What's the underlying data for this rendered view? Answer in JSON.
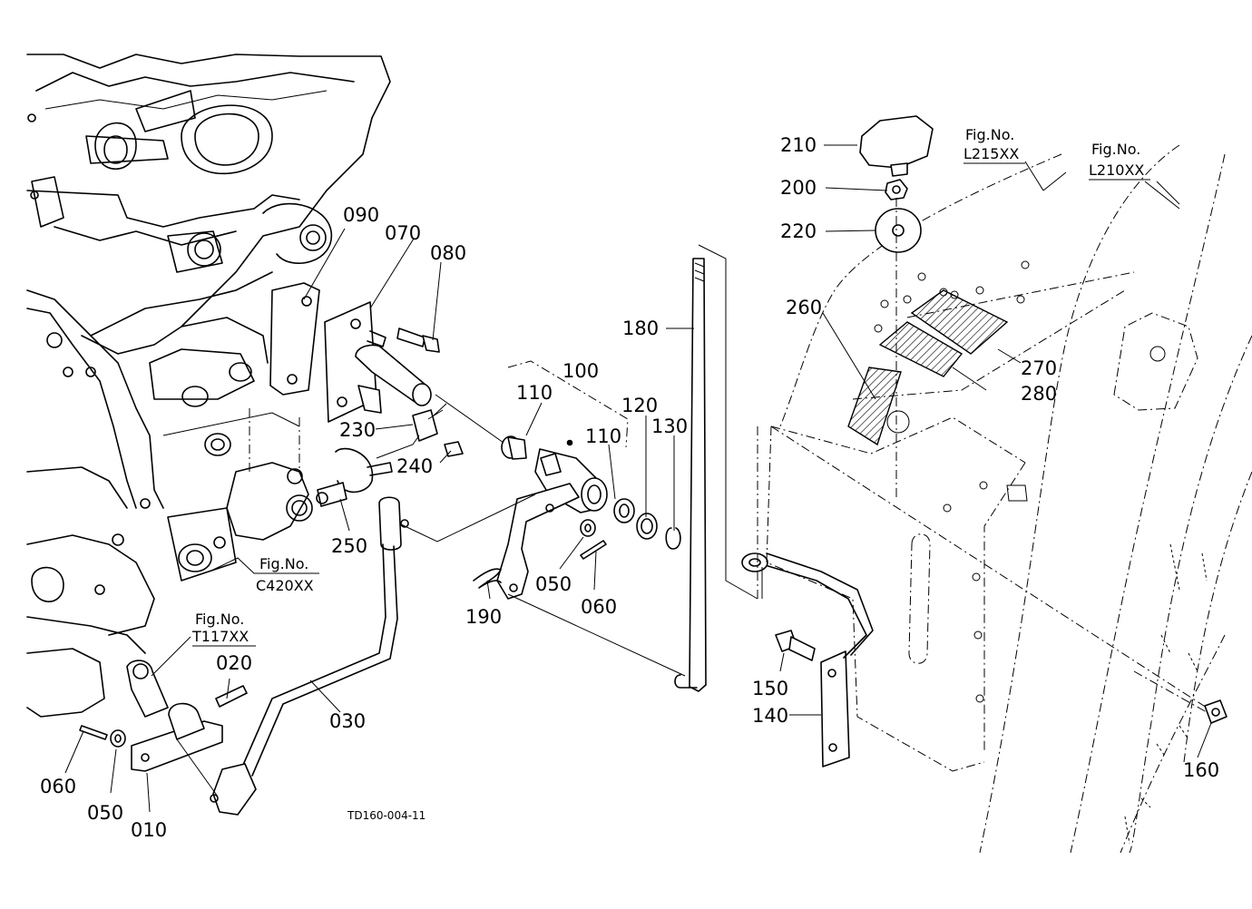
{
  "drawing_code": "TD160-004-11",
  "callouts": {
    "c010": "010",
    "c020": "020",
    "c030": "030",
    "c050a": "050",
    "c050b": "050",
    "c060a": "060",
    "c060b": "060",
    "c070": "070",
    "c080": "080",
    "c090": "090",
    "c100": "100",
    "c110a": "110",
    "c110b": "110",
    "c120": "120",
    "c130": "130",
    "c140": "140",
    "c150": "150",
    "c160": "160",
    "c180": "180",
    "c190": "190",
    "c200": "200",
    "c210": "210",
    "c220": "220",
    "c230": "230",
    "c240": "240",
    "c250": "250",
    "c260": "260",
    "c270": "270",
    "c280": "280"
  },
  "fig_refs": {
    "c420": {
      "label": "Fig.No.",
      "code": "C420XX"
    },
    "t117": {
      "label": "Fig.No.",
      "code": "T117XX"
    },
    "l215": {
      "label": "Fig.No.",
      "code": "L215XX"
    },
    "l210": {
      "label": "Fig.No.",
      "code": "L210XX"
    }
  }
}
